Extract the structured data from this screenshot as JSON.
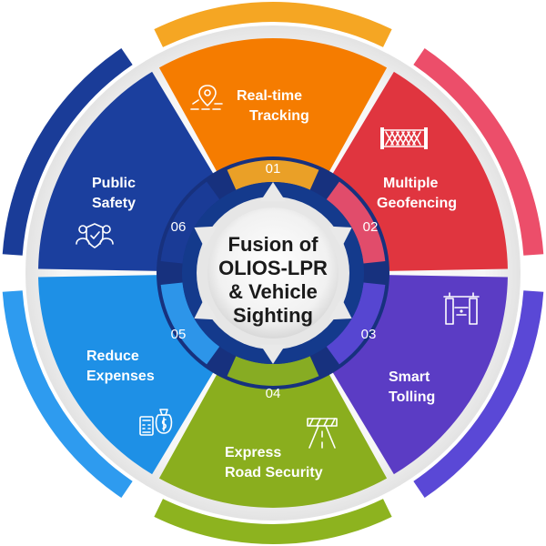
{
  "center": {
    "lines": [
      "Fusion of",
      "OLIOS-LPR",
      "& Vehicle",
      "Sighting"
    ]
  },
  "segments": [
    {
      "number": "01",
      "label_lines": [
        "Real-time",
        "Tracking"
      ],
      "color": "#F57C00",
      "arc_color": "#F5A623",
      "icon": "location-pin-route-icon"
    },
    {
      "number": "02",
      "label_lines": [
        "Multiple",
        "Geofencing"
      ],
      "color": "#E0353F",
      "arc_color": "#EC4E6A",
      "icon": "fence-icon"
    },
    {
      "number": "03",
      "label_lines": [
        "Smart",
        "Tolling"
      ],
      "color": "#5B3CC4",
      "arc_color": "#5A48D6",
      "icon": "toll-gate-icon"
    },
    {
      "number": "04",
      "label_lines": [
        "Express",
        "Road Security"
      ],
      "color": "#8AAE1E",
      "arc_color": "#8DB31F",
      "icon": "road-barrier-icon"
    },
    {
      "number": "05",
      "label_lines": [
        "Reduce",
        "Expenses"
      ],
      "color": "#1E90E6",
      "arc_color": "#2E9BEF",
      "icon": "money-calculator-icon"
    },
    {
      "number": "06",
      "label_lines": [
        "Public",
        "Safety"
      ],
      "color": "#1B3F9E",
      "arc_color": "#1A3C98",
      "icon": "shield-people-icon"
    }
  ]
}
